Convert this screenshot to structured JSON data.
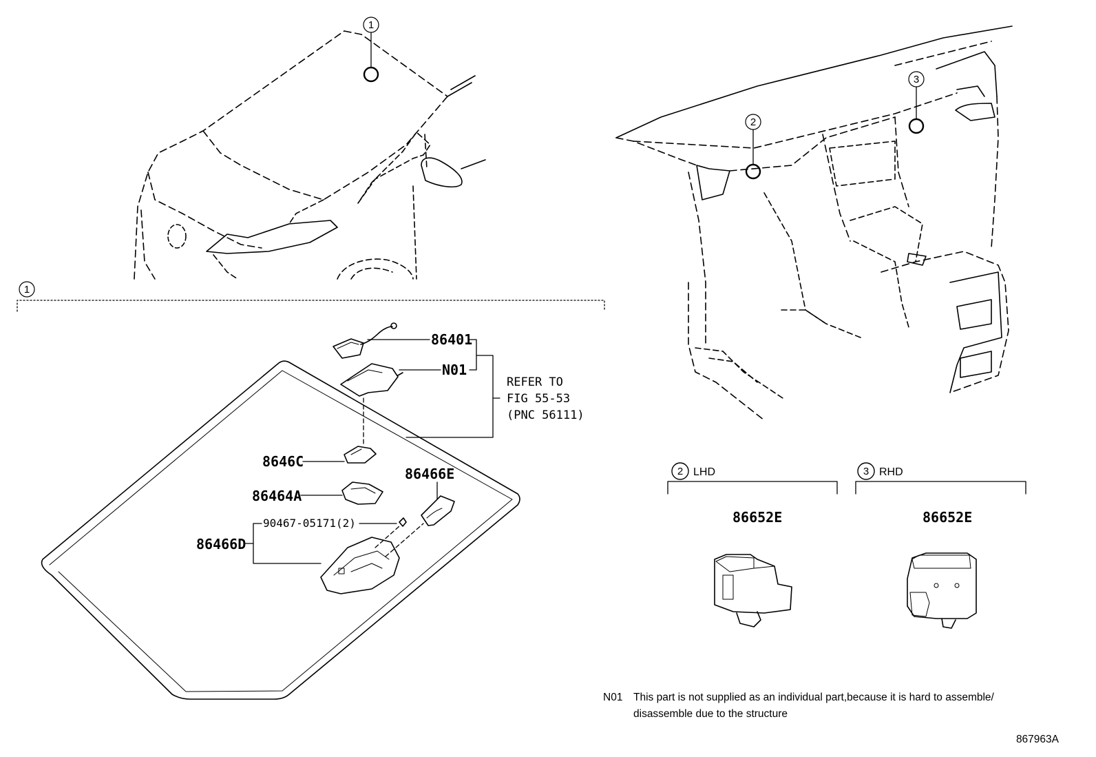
{
  "callouts": {
    "c1": "1",
    "c2": "2",
    "c3": "3"
  },
  "section_labels": {
    "lhd": "LHD",
    "rhd": "RHD"
  },
  "parts": {
    "p86401": "86401",
    "n01": "N01",
    "p8646c": "8646C",
    "p86464a": "86464A",
    "p86466e": "86466E",
    "p90467": "90467-05171(2)",
    "p86466d": "86466D",
    "p86652e_lhd": "86652E",
    "p86652e_rhd": "86652E"
  },
  "refer": {
    "line1": "REFER TO",
    "line2": "FIG 55-53",
    "line3": "(PNC 56111)"
  },
  "note": {
    "code": "N01",
    "line1": "This part is not supplied as an individual part,because it is hard to assemble/",
    "line2": "disassemble due to the structure"
  },
  "illustration_id": "867963A"
}
